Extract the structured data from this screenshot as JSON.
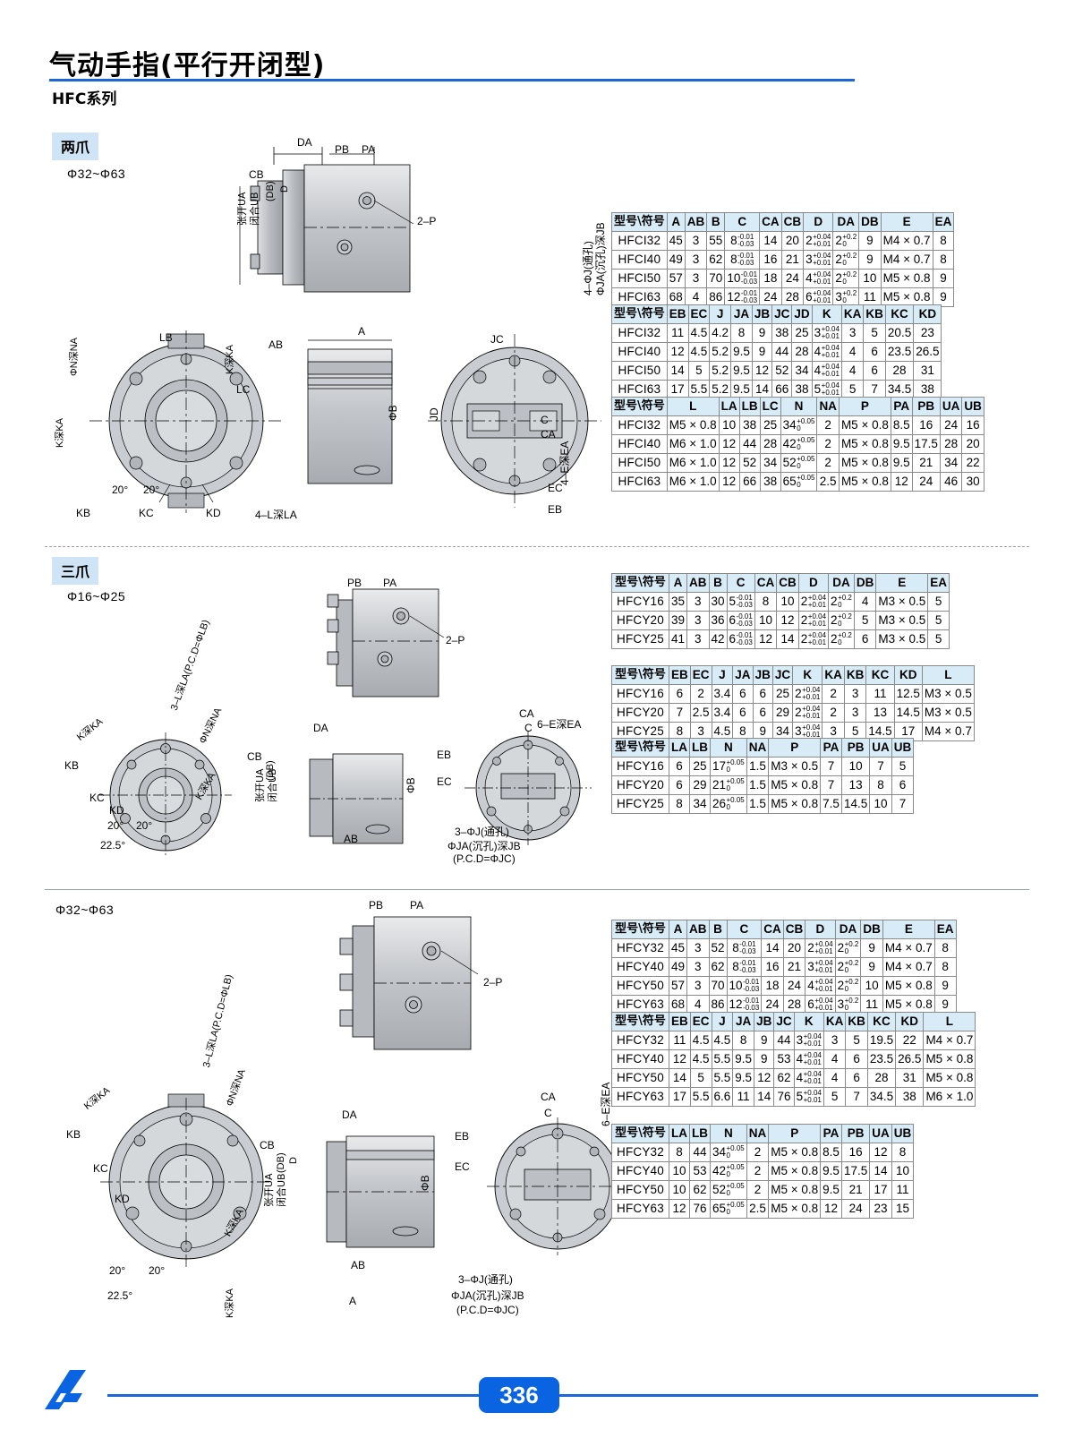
{
  "header": {
    "title": "气动手指(平行开闭型)",
    "series": "HFC系列"
  },
  "sections": [
    {
      "chip": "两爪",
      "size": "Φ32~Φ63"
    },
    {
      "chip": "三爪",
      "size": "Φ16~Φ25"
    },
    {
      "chip": "",
      "size": "Φ32~Φ63"
    }
  ],
  "diagram_labels": {
    "DA": "DA",
    "PB": "PB",
    "PA": "PA",
    "CB": "CB",
    "DB": "(DB)",
    "D": "D",
    "two_p": "2–P",
    "A": "A",
    "AB": "AB",
    "LB": "LB",
    "LC": "LC",
    "JC": "JC",
    "JD": "JD",
    "PhiB": "ΦB",
    "C": "C",
    "CA": "CA",
    "EC": "EC",
    "EB": "EB",
    "KB": "KB",
    "KC": "KC",
    "KD": "KD",
    "KdeepKA": "K深KA",
    "PhiNdeepNA": "ΦN深NA",
    "four_L_deep_LA": "4–L深LA",
    "four_E_deep_EA": "4–E深EA",
    "four_PhiJ": "4–ΦJ(通孔)",
    "four_PhiJA": "ΦJA(沉孔)深JB",
    "zhangkai_UA": "张开UA",
    "bihe_UB": "闭合UB",
    "ang20": "20°",
    "ang22_5": "22.5°",
    "three_L_deep_LA": "3–L深LA(P.C.D=ΦLB)",
    "six_E_deep_EA": "6–E深EA",
    "three_PhiJ": "3–ΦJ(通孔)",
    "PhiJA_JB": "ΦJA(沉孔)深JB",
    "pcd_JC": "(P.C.D=ΦJC)"
  },
  "tables": [
    {
      "id": "hfci-t1",
      "headers": [
        "型号\\符号",
        "A",
        "AB",
        "B",
        "C",
        "CA",
        "CB",
        "D",
        "DA",
        "DB",
        "E",
        "EA"
      ],
      "rows": [
        [
          "HFCI32",
          "45",
          "3",
          "55",
          {
            "b": "8",
            "p": "-0.01",
            "m": "-0.03"
          },
          "14",
          "20",
          {
            "b": "2",
            "p": "+0.04",
            "m": "+0.01"
          },
          {
            "b": "2",
            "p": "+0.2",
            "m": "0"
          },
          "9",
          "M4 × 0.7",
          "8"
        ],
        [
          "HFCI40",
          "49",
          "3",
          "62",
          {
            "b": "8",
            "p": "-0.01",
            "m": "-0.03"
          },
          "16",
          "21",
          {
            "b": "3",
            "p": "+0.04",
            "m": "+0.01"
          },
          {
            "b": "2",
            "p": "+0.2",
            "m": "0"
          },
          "9",
          "M4 × 0.7",
          "8"
        ],
        [
          "HFCI50",
          "57",
          "3",
          "70",
          {
            "b": "10",
            "p": "-0.01",
            "m": "-0.03"
          },
          "18",
          "24",
          {
            "b": "4",
            "p": "+0.04",
            "m": "+0.01"
          },
          {
            "b": "2",
            "p": "+0.2",
            "m": "0"
          },
          "10",
          "M5 × 0.8",
          "9"
        ],
        [
          "HFCI63",
          "68",
          "4",
          "86",
          {
            "b": "12",
            "p": "-0.01",
            "m": "-0.03"
          },
          "24",
          "28",
          {
            "b": "6",
            "p": "+0.04",
            "m": "+0.01"
          },
          {
            "b": "3",
            "p": "+0.2",
            "m": "0"
          },
          "11",
          "M5 × 0.8",
          "9"
        ]
      ]
    },
    {
      "id": "hfci-t2",
      "headers": [
        "型号\\符号",
        "EB",
        "EC",
        "J",
        "JA",
        "JB",
        "JC",
        "JD",
        "K",
        "KA",
        "KB",
        "KC",
        "KD"
      ],
      "rows": [
        [
          "HFCI32",
          "11",
          "4.5",
          "4.2",
          "8",
          "9",
          "38",
          "25",
          {
            "b": "3",
            "p": "+0.04",
            "m": "+0.01"
          },
          "3",
          "5",
          "20.5",
          "23"
        ],
        [
          "HFCI40",
          "12",
          "4.5",
          "5.2",
          "9.5",
          "9",
          "44",
          "28",
          {
            "b": "4",
            "p": "+0.04",
            "m": "+0.01"
          },
          "4",
          "6",
          "23.5",
          "26.5"
        ],
        [
          "HFCI50",
          "14",
          "5",
          "5.2",
          "9.5",
          "12",
          "52",
          "34",
          {
            "b": "4",
            "p": "+0.04",
            "m": "+0.01"
          },
          "4",
          "6",
          "28",
          "31"
        ],
        [
          "HFCI63",
          "17",
          "5.5",
          "5.2",
          "9.5",
          "14",
          "66",
          "38",
          {
            "b": "5",
            "p": "+0.04",
            "m": "+0.01"
          },
          "5",
          "7",
          "34.5",
          "38"
        ]
      ]
    },
    {
      "id": "hfci-t3",
      "headers": [
        "型号\\符号",
        "L",
        "LA",
        "LB",
        "LC",
        "N",
        "NA",
        "P",
        "PA",
        "PB",
        "UA",
        "UB"
      ],
      "rows": [
        [
          "HFCI32",
          "M5 × 0.8",
          "10",
          "38",
          "25",
          {
            "b": "34",
            "p": "+0.05",
            "m": "0"
          },
          "2",
          "M5 × 0.8",
          "8.5",
          "16",
          "24",
          "16"
        ],
        [
          "HFCI40",
          "M6 × 1.0",
          "12",
          "44",
          "28",
          {
            "b": "42",
            "p": "+0.05",
            "m": "0"
          },
          "2",
          "M5 × 0.8",
          "9.5",
          "17.5",
          "28",
          "20"
        ],
        [
          "HFCI50",
          "M6 × 1.0",
          "12",
          "52",
          "34",
          {
            "b": "52",
            "p": "+0.05",
            "m": "0"
          },
          "2",
          "M5 × 0.8",
          "9.5",
          "21",
          "34",
          "22"
        ],
        [
          "HFCI63",
          "M6 × 1.0",
          "12",
          "66",
          "38",
          {
            "b": "65",
            "p": "+0.05",
            "m": "0"
          },
          "2.5",
          "M5 × 0.8",
          "12",
          "24",
          "46",
          "30"
        ]
      ]
    },
    {
      "id": "hfcy-s-t1",
      "headers": [
        "型号\\符号",
        "A",
        "AB",
        "B",
        "C",
        "CA",
        "CB",
        "D",
        "DA",
        "DB",
        "E",
        "EA"
      ],
      "rows": [
        [
          "HFCY16",
          "35",
          "3",
          "30",
          {
            "b": "5",
            "p": "-0.01",
            "m": "-0.03"
          },
          "8",
          "10",
          {
            "b": "2",
            "p": "+0.04",
            "m": "+0.01"
          },
          {
            "b": "2",
            "p": "+0.2",
            "m": "0"
          },
          "4",
          "M3 × 0.5",
          "5"
        ],
        [
          "HFCY20",
          "39",
          "3",
          "36",
          {
            "b": "6",
            "p": "-0.01",
            "m": "-0.03"
          },
          "10",
          "12",
          {
            "b": "2",
            "p": "+0.04",
            "m": "+0.01"
          },
          {
            "b": "2",
            "p": "+0.2",
            "m": "0"
          },
          "5",
          "M3 × 0.5",
          "5"
        ],
        [
          "HFCY25",
          "41",
          "3",
          "42",
          {
            "b": "6",
            "p": "-0.01",
            "m": "-0.03"
          },
          "12",
          "14",
          {
            "b": "2",
            "p": "+0.04",
            "m": "+0.01"
          },
          {
            "b": "2",
            "p": "+0.2",
            "m": "0"
          },
          "6",
          "M3 × 0.5",
          "5"
        ]
      ]
    },
    {
      "id": "hfcy-s-t2",
      "headers": [
        "型号\\符号",
        "EB",
        "EC",
        "J",
        "JA",
        "JB",
        "JC",
        "K",
        "KA",
        "KB",
        "KC",
        "KD",
        "L"
      ],
      "rows": [
        [
          "HFCY16",
          "6",
          "2",
          "3.4",
          "6",
          "6",
          "25",
          {
            "b": "2",
            "p": "+0.04",
            "m": "+0.01"
          },
          "2",
          "3",
          "11",
          "12.5",
          "M3 × 0.5"
        ],
        [
          "HFCY20",
          "7",
          "2.5",
          "3.4",
          "6",
          "6",
          "29",
          {
            "b": "2",
            "p": "+0.04",
            "m": "+0.01"
          },
          "2",
          "3",
          "13",
          "14.5",
          "M3 × 0.5"
        ],
        [
          "HFCY25",
          "8",
          "3",
          "4.5",
          "8",
          "9",
          "34",
          {
            "b": "3",
            "p": "+0.04",
            "m": "+0.01"
          },
          "3",
          "5",
          "14.5",
          "17",
          "M4 × 0.7"
        ]
      ]
    },
    {
      "id": "hfcy-s-t3",
      "headers": [
        "型号\\符号",
        "LA",
        "LB",
        "N",
        "NA",
        "P",
        "PA",
        "PB",
        "UA",
        "UB"
      ],
      "rows": [
        [
          "HFCY16",
          "6",
          "25",
          {
            "b": "17",
            "p": "+0.05",
            "m": "0"
          },
          "1.5",
          "M3 × 0.5",
          "7",
          "10",
          "7",
          "5"
        ],
        [
          "HFCY20",
          "6",
          "29",
          {
            "b": "21",
            "p": "+0.05",
            "m": "0"
          },
          "1.5",
          "M5 × 0.8",
          "7",
          "13",
          "8",
          "6"
        ],
        [
          "HFCY25",
          "8",
          "34",
          {
            "b": "26",
            "p": "+0.05",
            "m": "0"
          },
          "1.5",
          "M5 × 0.8",
          "7.5",
          "14.5",
          "10",
          "7"
        ]
      ]
    },
    {
      "id": "hfcy-l-t1",
      "headers": [
        "型号\\符号",
        "A",
        "AB",
        "B",
        "C",
        "CA",
        "CB",
        "D",
        "DA",
        "DB",
        "E",
        "EA"
      ],
      "rows": [
        [
          "HFCY32",
          "45",
          "3",
          "52",
          {
            "b": "8",
            "p": "-0.01",
            "m": "-0.03"
          },
          "14",
          "20",
          {
            "b": "2",
            "p": "+0.04",
            "m": "+0.01"
          },
          {
            "b": "2",
            "p": "+0.2",
            "m": "0"
          },
          "9",
          "M4 × 0.7",
          "8"
        ],
        [
          "HFCY40",
          "49",
          "3",
          "62",
          {
            "b": "8",
            "p": "-0.01",
            "m": "-0.03"
          },
          "16",
          "21",
          {
            "b": "3",
            "p": "+0.04",
            "m": "+0.01"
          },
          {
            "b": "2",
            "p": "+0.2",
            "m": "0"
          },
          "9",
          "M4 × 0.7",
          "8"
        ],
        [
          "HFCY50",
          "57",
          "3",
          "70",
          {
            "b": "10",
            "p": "-0.01",
            "m": "-0.03"
          },
          "18",
          "24",
          {
            "b": "4",
            "p": "+0.04",
            "m": "+0.01"
          },
          {
            "b": "2",
            "p": "+0.2",
            "m": "0"
          },
          "10",
          "M5 × 0.8",
          "9"
        ],
        [
          "HFCY63",
          "68",
          "4",
          "86",
          {
            "b": "12",
            "p": "-0.01",
            "m": "-0.03"
          },
          "24",
          "28",
          {
            "b": "6",
            "p": "+0.04",
            "m": "+0.01"
          },
          {
            "b": "3",
            "p": "+0.2",
            "m": "0"
          },
          "11",
          "M5 × 0.8",
          "9"
        ]
      ]
    },
    {
      "id": "hfcy-l-t2",
      "headers": [
        "型号\\符号",
        "EB",
        "EC",
        "J",
        "JA",
        "JB",
        "JC",
        "K",
        "KA",
        "KB",
        "KC",
        "KD",
        "L"
      ],
      "rows": [
        [
          "HFCY32",
          "11",
          "4.5",
          "4.5",
          "8",
          "9",
          "44",
          {
            "b": "3",
            "p": "+0.04",
            "m": "+0.01"
          },
          "3",
          "5",
          "19.5",
          "22",
          "M4 × 0.7"
        ],
        [
          "HFCY40",
          "12",
          "4.5",
          "5.5",
          "9.5",
          "9",
          "53",
          {
            "b": "4",
            "p": "+0.04",
            "m": "+0.01"
          },
          "4",
          "6",
          "23.5",
          "26.5",
          "M5 × 0.8"
        ],
        [
          "HFCY50",
          "14",
          "5",
          "5.5",
          "9.5",
          "12",
          "62",
          {
            "b": "4",
            "p": "+0.04",
            "m": "+0.01"
          },
          "4",
          "6",
          "28",
          "31",
          "M5 × 0.8"
        ],
        [
          "HFCY63",
          "17",
          "5.5",
          "6.6",
          "11",
          "14",
          "76",
          {
            "b": "5",
            "p": "+0.04",
            "m": "+0.01"
          },
          "5",
          "7",
          "34.5",
          "38",
          "M6 × 1.0"
        ]
      ]
    },
    {
      "id": "hfcy-l-t3",
      "headers": [
        "型号\\符号",
        "LA",
        "LB",
        "N",
        "NA",
        "P",
        "PA",
        "PB",
        "UA",
        "UB"
      ],
      "rows": [
        [
          "HFCY32",
          "8",
          "44",
          {
            "b": "34",
            "p": "+0.05",
            "m": "0"
          },
          "2",
          "M5 × 0.8",
          "8.5",
          "16",
          "12",
          "8"
        ],
        [
          "HFCY40",
          "10",
          "53",
          {
            "b": "42",
            "p": "+0.05",
            "m": "0"
          },
          "2",
          "M5 × 0.8",
          "9.5",
          "17.5",
          "14",
          "10"
        ],
        [
          "HFCY50",
          "10",
          "62",
          {
            "b": "52",
            "p": "+0.05",
            "m": "0"
          },
          "2",
          "M5 × 0.8",
          "9.5",
          "21",
          "17",
          "11"
        ],
        [
          "HFCY63",
          "12",
          "76",
          {
            "b": "65",
            "p": "+0.05",
            "m": "0"
          },
          "2.5",
          "M5 × 0.8",
          "12",
          "24",
          "23",
          "15"
        ]
      ]
    }
  ],
  "footer": {
    "page_number": "336",
    "accent_color": "#0a63e0"
  }
}
